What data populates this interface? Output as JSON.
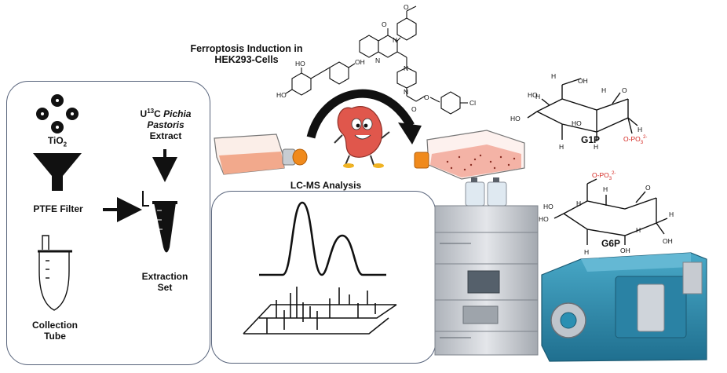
{
  "title": {
    "line1": "Ferroptosis Induction in",
    "line2": "HEK293-Cells"
  },
  "extraction": {
    "tio2": "TiO",
    "tio2_sub": "2",
    "ptfe_filter": "PTFE Filter",
    "collection_tube_line1": "Collection",
    "collection_tube_line2": "Tube",
    "extract_prefix": "U",
    "extract_superscript": "13",
    "extract_c": "C",
    "extract_species1": "Pichia",
    "extract_species2": "Pastoris",
    "extract_word": "Extract",
    "extraction_set_line1": "Extraction",
    "extraction_set_line2": "Set"
  },
  "analysis": {
    "title": "LC-MS Analysis"
  },
  "sugars": {
    "g1p": {
      "name": "G1P",
      "ho1": "HO",
      "ho2": "HO",
      "ho3": "HO",
      "oh1": "OH",
      "h1": "H",
      "h2": "H",
      "h3": "H",
      "h4": "H",
      "h5": "H",
      "h6": "H",
      "o_ring": "O",
      "phosphate": "O-PO",
      "phosphate_sub": "3",
      "phosphate_sup": "2-"
    },
    "g6p": {
      "name": "G6P",
      "phosphate": "O-PO",
      "phosphate_sub": "3",
      "phosphate_sup": "2-",
      "ho1": "HO",
      "ho2": "HO",
      "oh1": "OH",
      "oh2": "OH",
      "h1": "H",
      "h2": "H",
      "h3": "H",
      "h4": "H",
      "h5": "H",
      "o_ring": "O"
    }
  },
  "molecules": {
    "resveratrol": {
      "ho1": "HO",
      "ho2": "HO",
      "oh1": "OH"
    },
    "ml162": {
      "o_top": "O",
      "o_carbonyl": "O",
      "n1": "N",
      "n2": "N",
      "n3": "N",
      "n4": "N",
      "o_ether": "O",
      "o_amide": "O",
      "cl": "Cl"
    }
  },
  "colors": {
    "panel_border": "#56627a",
    "phosphate_red": "#d4241e",
    "cell_medium": "#f2a98c",
    "cap_orange": "#f08a1c",
    "mascot_red": "#e0574c",
    "instrument_teal": "#2b8fb2",
    "instrument_grey": "#c7cbd1"
  },
  "icons": {
    "tio2": "tio2-particles-icon",
    "filter": "funnel-filter-icon",
    "tube": "collection-tube-icon",
    "extraction_set": "extraction-tube-icon",
    "flask_left": "culture-flask-icon",
    "flask_right": "cell-dish-icon",
    "mascot": "kidney-mascot-icon",
    "curved_arrow": "curved-arrow-icon",
    "hplc": "hplc-stack-icon",
    "ms": "mass-spectrometer-icon",
    "chromatogram": "chromatogram-icon"
  }
}
